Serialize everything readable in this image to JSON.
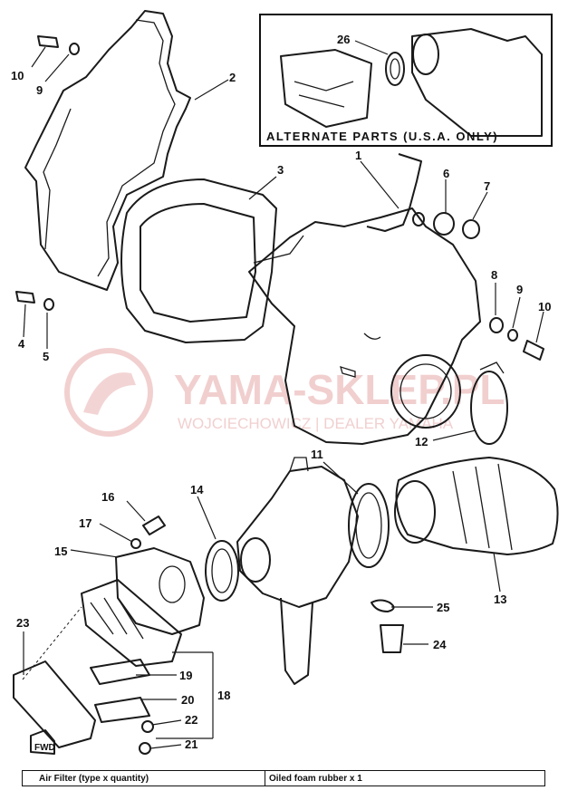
{
  "watermark": {
    "brand": "YAMA-SKLEP.PL",
    "tagline": "WOJCIECHOWICZ | DEALER YAMAHA"
  },
  "inset": {
    "title": "ALTERNATE PARTS (U.S.A. ONLY)"
  },
  "callouts": {
    "n1": "1",
    "n2": "2",
    "n3": "3",
    "n4": "4",
    "n5": "5",
    "n6": "6",
    "n7": "7",
    "n8": "8",
    "n9a": "9",
    "n9b": "9",
    "n10a": "10",
    "n10b": "10",
    "n11": "11",
    "n12": "12",
    "n13": "13",
    "n14": "14",
    "n15": "15",
    "n16": "16",
    "n17": "17",
    "n18": "18",
    "n19": "19",
    "n20": "20",
    "n21": "21",
    "n22": "22",
    "n23": "23",
    "n24": "24",
    "n25": "25",
    "n26": "26"
  },
  "fwd_label": "FWD",
  "spec_table": {
    "label": "Air Filter (type x quantity)",
    "value": "Oiled foam rubber x 1"
  }
}
